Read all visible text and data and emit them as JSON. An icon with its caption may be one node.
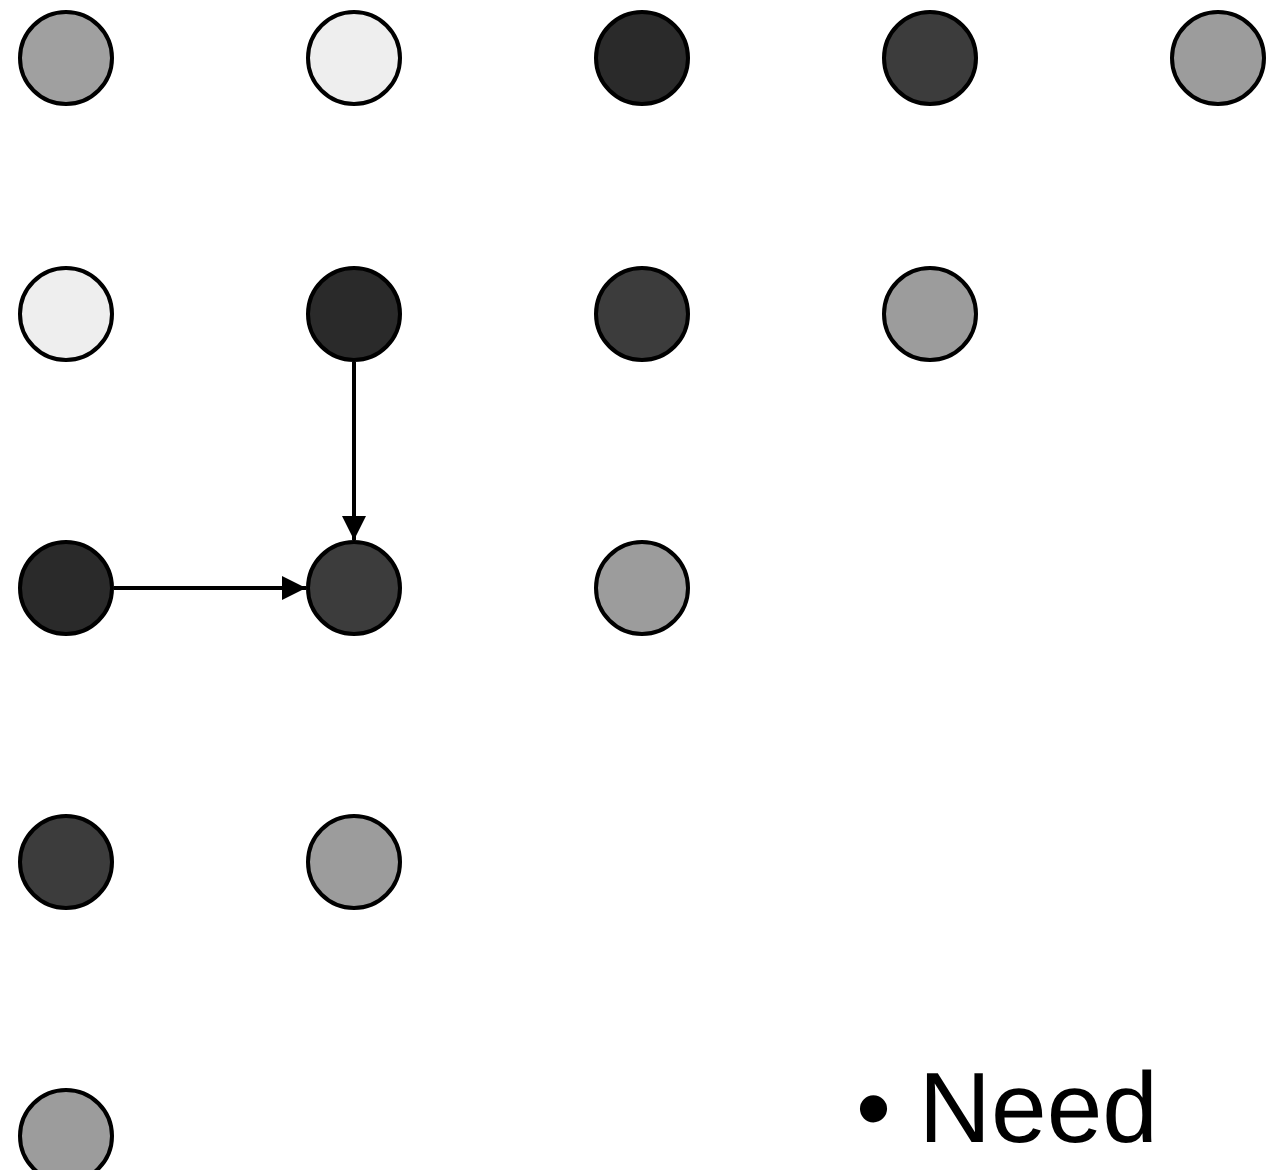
{
  "diagram": {
    "nodes": [
      {
        "text": [],
        "shape": "circle"
      },
      {
        "text": [],
        "shape": "circle"
      },
      {
        "text": [],
        "shape": "circle"
      },
      {
        "text": [],
        "shape": "circle"
      },
      {
        "text": [],
        "shape": "circle"
      },
      {
        "text": [],
        "shape": "circle"
      },
      {
        "text": [],
        "shape": "circle"
      },
      {
        "text": [],
        "shape": "circle"
      },
      {
        "text": [],
        "shape": "circle"
      },
      {
        "text": [],
        "shape": "circle"
      },
      {
        "text": [],
        "shape": "circle"
      },
      {
        "text": [],
        "shape": "circle"
      },
      {
        "text": [],
        "shape": "circle"
      },
      {
        "text": [],
        "shape": "circle"
      },
      {
        "text": [],
        "shape": "circle"
      }
    ],
    "edges": [
      {
        "from": 6,
        "to": 10,
        "arrow": "to"
      },
      {
        "from": 9,
        "to": 10,
        "arrow": "to"
      }
    ],
    "labels": [
      "• Need"
    ]
  }
}
